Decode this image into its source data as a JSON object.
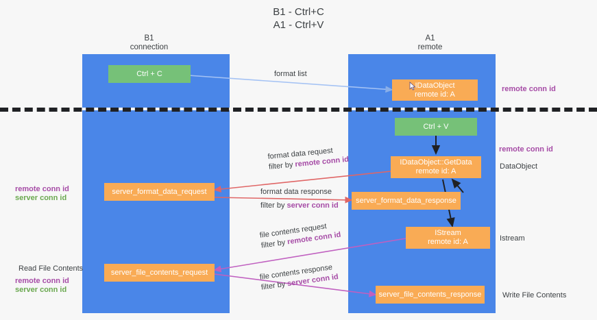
{
  "diagram": {
    "type": "sequence-flow",
    "title": "B1 - Ctrl+C\nA1 - Ctrl+V",
    "background": "#f7f7f7",
    "colors": {
      "lane": "#4a86e8",
      "green_node": "#76c178",
      "orange_node": "#f9ab55",
      "divider": "#202124",
      "purple_text": "#a64ca6",
      "green_text": "#6aa84f",
      "blue_arrow": "#a4c2f4",
      "red_arrow": "#e06666",
      "magenta_arrow": "#c060c0",
      "black_arrow": "#202124"
    },
    "columns": [
      {
        "name": "b1",
        "label": "B1\nconnection"
      },
      {
        "name": "a1",
        "label": "A1\nremote"
      }
    ],
    "nodes": [
      {
        "id": "ctrl-c",
        "label": "Ctrl + C",
        "color": "green"
      },
      {
        "id": "idataobject",
        "label": "IDataObject\nremote id: A",
        "color": "orange",
        "icon": "cursor-icon"
      },
      {
        "id": "ctrl-v",
        "label": "Ctrl + V",
        "color": "green"
      },
      {
        "id": "getdata",
        "label": "IDataObject::GetData\nremote id: A",
        "color": "orange"
      },
      {
        "id": "sfdreq",
        "label": "server_format_data_request",
        "color": "orange"
      },
      {
        "id": "sfdresp",
        "label": "server_format_data_response",
        "color": "orange"
      },
      {
        "id": "istream",
        "label": "IStream\nremote id: A",
        "color": "orange"
      },
      {
        "id": "sfcreq",
        "label": "server_file_contents_request",
        "color": "orange"
      },
      {
        "id": "sfcresp",
        "label": "server_file_contents_response",
        "color": "orange"
      }
    ],
    "edge_labels": [
      {
        "id": "format-list",
        "line1": "format list",
        "line2": "",
        "filter": ""
      },
      {
        "id": "format-data-request",
        "line1": "format data request",
        "line2": "filter by ",
        "filter": "remote conn id",
        "filter_color": "purple"
      },
      {
        "id": "format-data-response",
        "line1": "format data response",
        "line2": "filter by ",
        "filter": "server conn id",
        "filter_color": "purple"
      },
      {
        "id": "file-contents-request",
        "line1": "file contents request",
        "line2": "filter by ",
        "filter": "remote conn id",
        "filter_color": "purple"
      },
      {
        "id": "file-contents-response",
        "line1": "file contents response",
        "line2": "filter by ",
        "filter": "server conn id",
        "filter_color": "purple"
      }
    ],
    "annotations": {
      "right_top_conn": "remote conn id",
      "right_mid_conn": "remote conn id",
      "right_dataobject": "DataObject",
      "right_istream": "Istream",
      "right_write_file": "Write File Contents",
      "left_conn_remote": "remote conn id",
      "left_conn_server": "server conn id",
      "left_read_file": "Read File Contents",
      "left_conn_remote2": "remote conn id",
      "left_conn_server2": "server conn id"
    }
  }
}
